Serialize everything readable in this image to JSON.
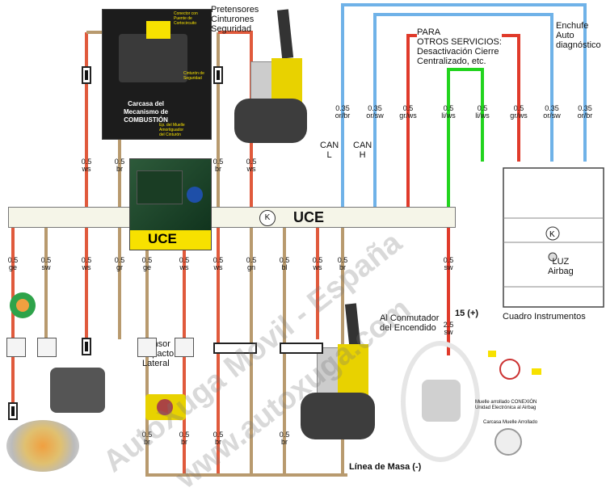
{
  "colors": {
    "orange": "#e05a3c",
    "tan": "#b89a6e",
    "blue": "#6fb2e8",
    "green": "#22d41e",
    "red": "#e03a2a",
    "uce_bar": "#f5f5e8",
    "chip_yellow": "#f7e100"
  },
  "uce_bar_label": "UCE",
  "uce_photo_label": "UCE",
  "pretensores_label": "Pretensores\nCinturones\nSeguridad",
  "para_label": "PARA\nOTROS SERVICIOS:\nDesactivación Cierre\nCentralizado, etc.",
  "enchufe_label": "Enchufe\nAuto\ndiagnóstico",
  "can_l_label": "CAN\nL",
  "can_h_label": "CAN\nH",
  "sensor_label": "Sensor\nImpacto\nLateral",
  "conmutador_label": "Al Conmutador\ndel Encendido",
  "borne_label": "15 (+)",
  "masa_label": "Línea de Masa (-)",
  "luz_label": "LUZ\nAirbag",
  "cuadro_label": "Cuadro Instrumentos",
  "photo_carcasa_label": "Carcasa del\nMecanismo de\nCOMBUSTIÓN",
  "photo_conector_label": "Conector con\nPuente de\nCortocircuito",
  "photo_cinturon_label": "Cinturón de\nSeguridad",
  "photo_muelle_label": "Ep. del Muelle\nAmortiguador\ndel Cinturón",
  "muelle_label": "Muelle arrollado CONEXIÓN\nUnidad Electrónica al Airbag",
  "carcasa_muelle_label": "Carcasa Muelle Arrollado",
  "watermark_1": "AutoXuga Movil - España",
  "watermark_2": "www.autoxuga.com",
  "top_wires": [
    {
      "gauge": "0.5",
      "color": "ws"
    },
    {
      "gauge": "0.5",
      "color": "br"
    },
    {
      "gauge": "0.5",
      "color": "br"
    },
    {
      "gauge": "0.5",
      "color": "ws"
    }
  ],
  "right_wires": [
    {
      "gauge": "0.35",
      "color": "or/br"
    },
    {
      "gauge": "0.35",
      "color": "or/sw"
    },
    {
      "gauge": "0.5",
      "color": "gr/ws"
    },
    {
      "gauge": "0.5",
      "color": "li/ws"
    },
    {
      "gauge": "0.5",
      "color": "li/ws"
    },
    {
      "gauge": "0.5",
      "color": "gr/ws"
    },
    {
      "gauge": "0.35",
      "color": "or/sw"
    },
    {
      "gauge": "0.35",
      "color": "or/br"
    }
  ],
  "bottom_top_labels": [
    {
      "gauge": "0.5",
      "color": "ge"
    },
    {
      "gauge": "0.5",
      "color": "sw"
    },
    {
      "gauge": "0.5",
      "color": "ws"
    },
    {
      "gauge": "0.5",
      "color": "gr"
    },
    {
      "gauge": "0.5",
      "color": "ge"
    },
    {
      "gauge": "0.5",
      "color": "ws"
    },
    {
      "gauge": "0.5",
      "color": "ws"
    },
    {
      "gauge": "0.5",
      "color": "gn"
    },
    {
      "gauge": "0.5",
      "color": "bl"
    },
    {
      "gauge": "0.5",
      "color": "ws"
    },
    {
      "gauge": "0.5",
      "color": "br"
    },
    {
      "gauge": "0.5",
      "color": "sw"
    }
  ],
  "bottom_br_labels": [
    {
      "gauge": "0.5",
      "color": "br"
    },
    {
      "gauge": "0.5",
      "color": "br"
    },
    {
      "gauge": "0.5",
      "color": "br"
    },
    {
      "gauge": "0.5",
      "color": "br"
    }
  ],
  "lower_sw_label": {
    "gauge": "2.5",
    "color": "sw"
  }
}
